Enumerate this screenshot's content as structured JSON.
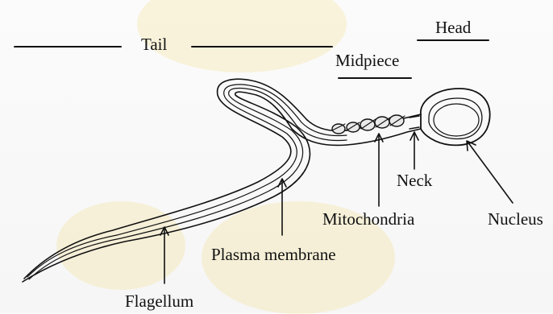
{
  "labels": {
    "tail": "Tail",
    "head": "Head",
    "midpiece": "Midpiece",
    "neck": "Neck",
    "mitochondria": "Mitochondria",
    "nucleus": "Nucleus",
    "plasma_membrane": "Plasma membrane",
    "flagellum": "Flagellum"
  },
  "colors": {
    "ink": "#111111",
    "watermark": "#f3d46a"
  }
}
